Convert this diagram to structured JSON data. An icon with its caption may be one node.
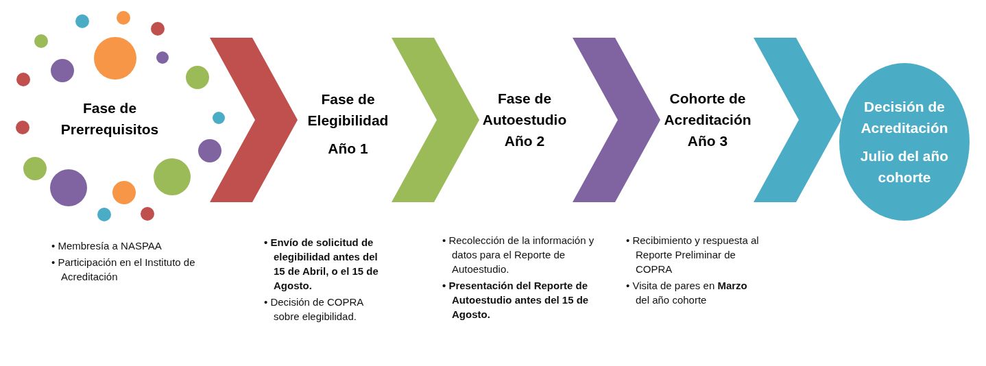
{
  "diagram": {
    "nodes": [
      {
        "text": [
          "Fase de Prerrequisitos"
        ],
        "beside": [
          "• Membresía a NASPAA",
          "• Participación en el Instituto de Acreditación"
        ]
      },
      {
        "text": [
          "Fase de Elegibilidad",
          "Año 1"
        ],
        "beside": [
          "• Envío de solicitud de elegibilidad antes del 15 de Abril, o el 15 de Agosto.",
          "• Decisión de COPRA sobre elegibilidad."
        ]
      },
      {
        "text": [
          "Fase de Autoestudio",
          "Año 2"
        ],
        "beside": [
          "• Recolección de la información y datos para el Reporte de Autoestudio.",
          "• Presentación del Reporte de Autoestudio antes del 15 de Agosto."
        ]
      },
      {
        "text": [
          "Cohorte de Acreditación",
          "Año 3"
        ],
        "beside": [
          "• Recibimiento y respuesta al Reporte Preliminar de COPRA",
          "• Visita de pares en **Marzo** del año cohorte"
        ]
      },
      {
        "text": [
          "Decisión de Acreditación",
          "Julio del año cohorte"
        ]
      }
    ],
    "edges": [
      {
        "from": 0,
        "to": 1,
        "arrow": "to",
        "color": "#c0504d"
      },
      {
        "from": 1,
        "to": 2,
        "arrow": "to",
        "color": "#9bbb59"
      },
      {
        "from": 2,
        "to": 3,
        "arrow": "to",
        "color": "#8064a2"
      },
      {
        "from": 3,
        "to": 4,
        "arrow": "to",
        "color": "#4bacc6"
      }
    ]
  }
}
